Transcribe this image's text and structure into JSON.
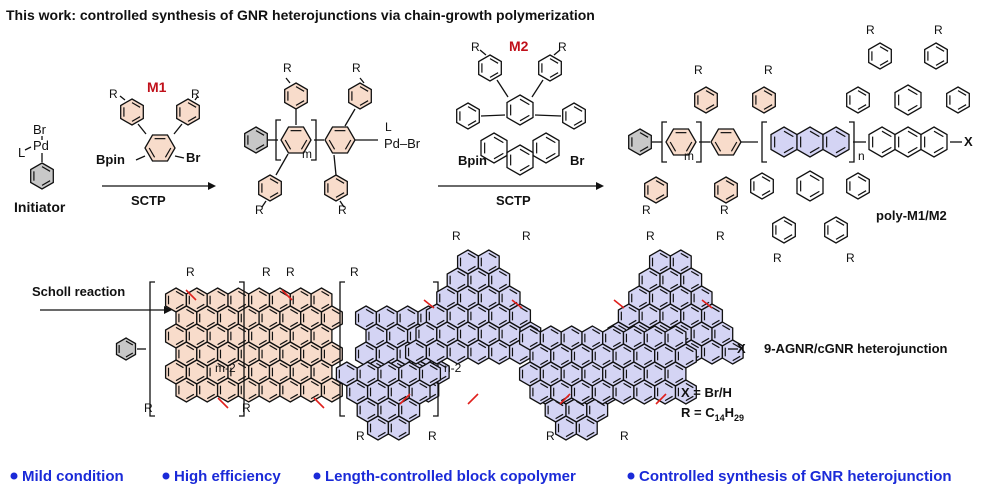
{
  "title": "This work: controlled synthesis of GNR heterojunctions via chain-growth polymerization",
  "colors": {
    "orange_ring": "#f8dccb",
    "blue_ring": "#d4d4f4",
    "red_label": "#c0101a",
    "blue_text": "#1a2ad8",
    "red_bond": "#e0201c",
    "gray_ring": "#c8c8c8"
  },
  "labels": {
    "initiator": "Initiator",
    "br": "Br",
    "pd": "Pd",
    "l": "L",
    "r": "R",
    "x": "X",
    "m": "m",
    "n": "n",
    "m1": "M1",
    "m2": "M2",
    "bpin": "Bpin",
    "pd_br": "Pd–Br",
    "sctp_1": "SCTP",
    "sctp_2": "SCTP",
    "scholl": "Scholl reaction",
    "poly": "poly-M1/M2",
    "product": "9-AGNR/cGNR heterojunction",
    "m_minus_2": "m-2",
    "n_minus_2": "n-2",
    "x_def": "X = Br/H",
    "r_def_prefix": "R = C",
    "r_def_sub1": "14",
    "r_def_mid": "H",
    "r_def_sub2": "29"
  },
  "bullets": [
    "Mild condition",
    "High efficiency",
    "Length-controlled block copolymer",
    "Controlled synthesis of GNR heterojunction"
  ]
}
